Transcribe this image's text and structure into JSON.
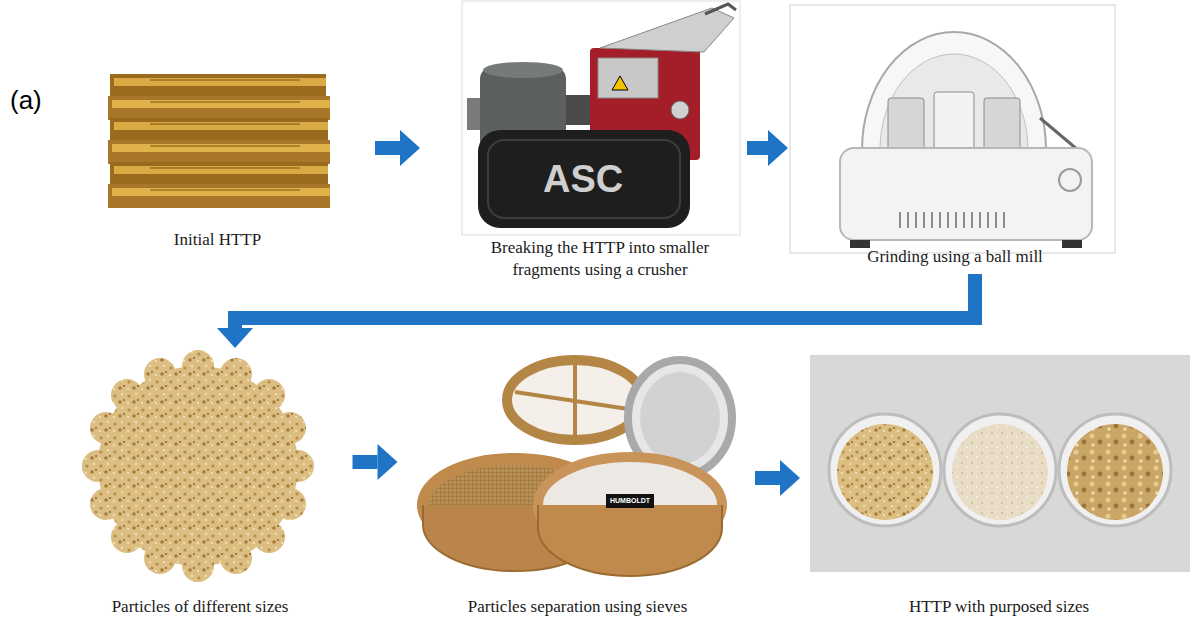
{
  "diagram": {
    "nodes": [
      {
        "text": [
          "Initial HTTP"
        ]
      },
      {
        "text": [
          "Breaking the HTTP into smaller fragments using a crusher"
        ]
      },
      {
        "text": [
          "Grinding using a ball mill"
        ]
      },
      {
        "text": [
          "Particles of different sizes"
        ]
      },
      {
        "text": [
          "Particles separation using sieves"
        ]
      },
      {
        "text": [
          "HTTP with purposed sizes"
        ]
      }
    ],
    "edges": [
      {
        "from": 0,
        "to": 1,
        "arrow": "to"
      },
      {
        "from": 1,
        "to": 2,
        "arrow": "to"
      },
      {
        "from": 2,
        "to": 3,
        "arrow": "to"
      },
      {
        "from": 3,
        "to": 4,
        "arrow": "to"
      },
      {
        "from": 4,
        "to": 5,
        "arrow": "to"
      }
    ],
    "labels": [
      "(a)",
      "ASC",
      "HUMBOLDT"
    ]
  }
}
